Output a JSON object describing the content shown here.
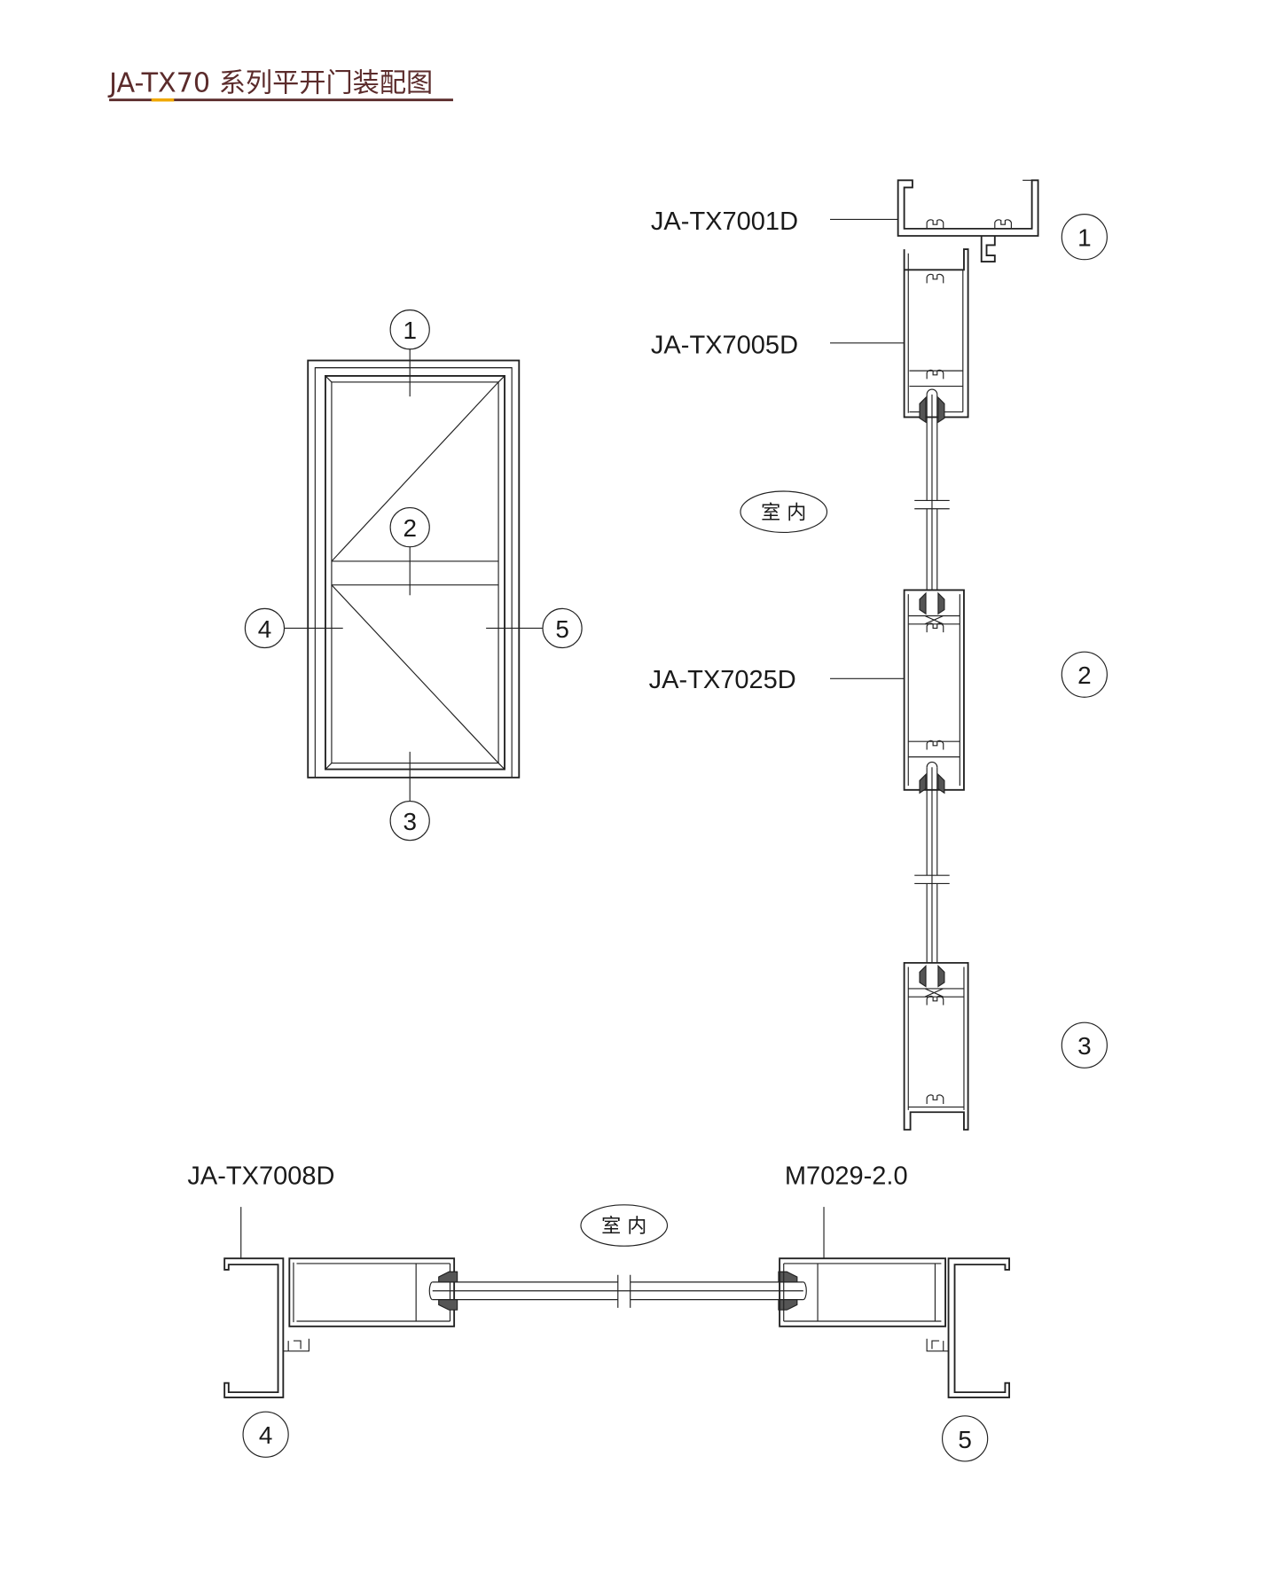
{
  "title": "JA-TX70 系列平开门装配图",
  "colors": {
    "title": "#5b2b2b",
    "accent": "#f0a800",
    "line": "#222222"
  },
  "elevation_callouts": [
    "1",
    "2",
    "3",
    "4",
    "5"
  ],
  "vertical_section": {
    "labels": [
      "JA-TX7001D",
      "JA-TX7005D",
      "JA-TX7025D"
    ],
    "callouts": [
      "1",
      "2",
      "3"
    ],
    "interior_label": "室 内"
  },
  "horizontal_section": {
    "labels": [
      "JA-TX7008D",
      "M7029-2.0"
    ],
    "callouts": [
      "4",
      "5"
    ],
    "interior_label": "室 内"
  }
}
